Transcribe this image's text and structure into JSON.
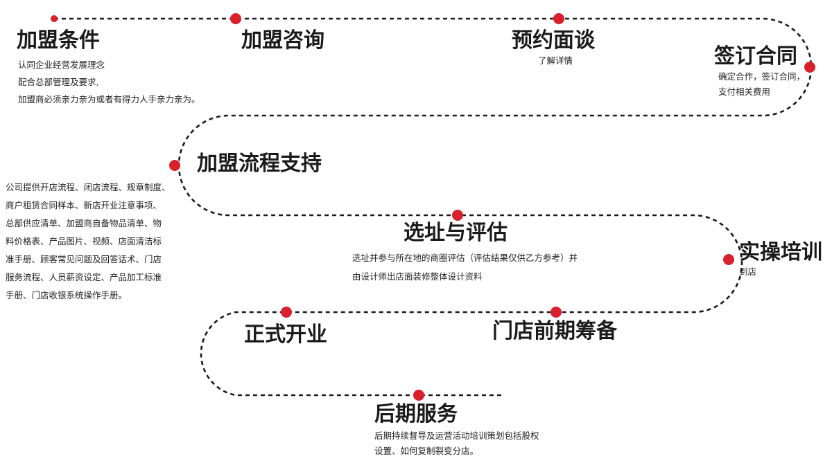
{
  "steps": [
    {
      "id": "s1",
      "title": "加盟条件",
      "desc": [
        "认同企业经营发展理念",
        "配合总部管理及要求,",
        "加盟商必须亲力亲为或者有得力人手亲力亲为。"
      ]
    },
    {
      "id": "s2",
      "title": "加盟咨询",
      "desc": []
    },
    {
      "id": "s3",
      "title": "预约面谈",
      "desc": [
        "了解详情"
      ]
    },
    {
      "id": "s4",
      "title": "签订合同",
      "desc": [
        "确定合作，签订合同，",
        "支付相关费用"
      ]
    },
    {
      "id": "s5",
      "title": "加盟流程支持",
      "desc": [
        "公司提供开店流程、闭店流程、规章制度、",
        "商户租赁合同样本、新店开业注意事项、",
        "总部供应清单、加盟商自备物品清单、物",
        "料价格表、产品图片、视频、店面清洁标",
        "准手册、顾客常见问题及回答话术、门店",
        "服务流程、人员薪资设定、产品加工标准",
        "手册、门店收银系统操作手册。"
      ]
    },
    {
      "id": "s6",
      "title": "选址与评估",
      "desc": [
        "选址并参与所在地的商圈评估（评估结果仅供乙方参考）并",
        "由设计师出店面装修整体设计资料"
      ]
    },
    {
      "id": "s7",
      "title": "实操培训",
      "desc": [
        "到店"
      ]
    },
    {
      "id": "s8",
      "title": "门店前期筹备",
      "desc": []
    },
    {
      "id": "s9",
      "title": "正式开业",
      "desc": []
    },
    {
      "id": "s10",
      "title": "后期服务",
      "desc": [
        "后期持续督导及运营活动培训策划包括股权",
        "设置、如何复制裂变分店。"
      ]
    }
  ],
  "colors": {
    "dot": "#d9202c",
    "line": "#1a1a1a"
  }
}
